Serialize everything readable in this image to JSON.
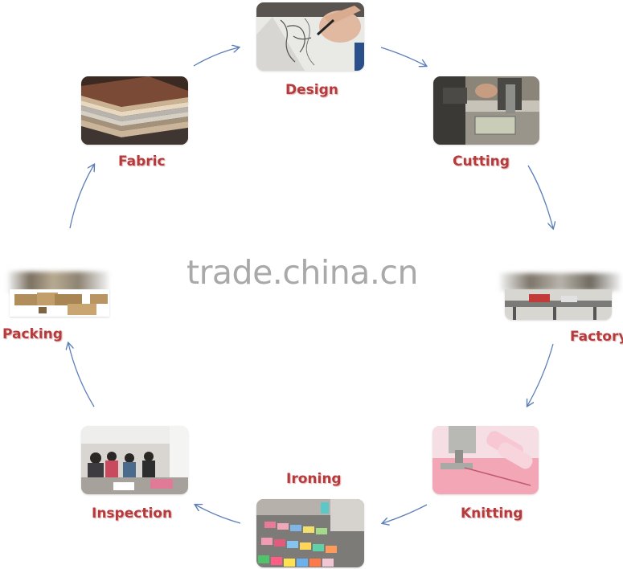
{
  "watermark": "trade.china.cn",
  "accent_color": "#b53a3c",
  "arrow_color": "#5c7fb8",
  "steps": {
    "design": {
      "label": "Design"
    },
    "cutting": {
      "label": "Cutting"
    },
    "factory": {
      "label": "Factory"
    },
    "knitting": {
      "label": "Knitting"
    },
    "ironing": {
      "label": "Ironing"
    },
    "inspection": {
      "label": "Inspection"
    },
    "packing": {
      "label": "Packing"
    },
    "fabric": {
      "label": "Fabric"
    }
  }
}
